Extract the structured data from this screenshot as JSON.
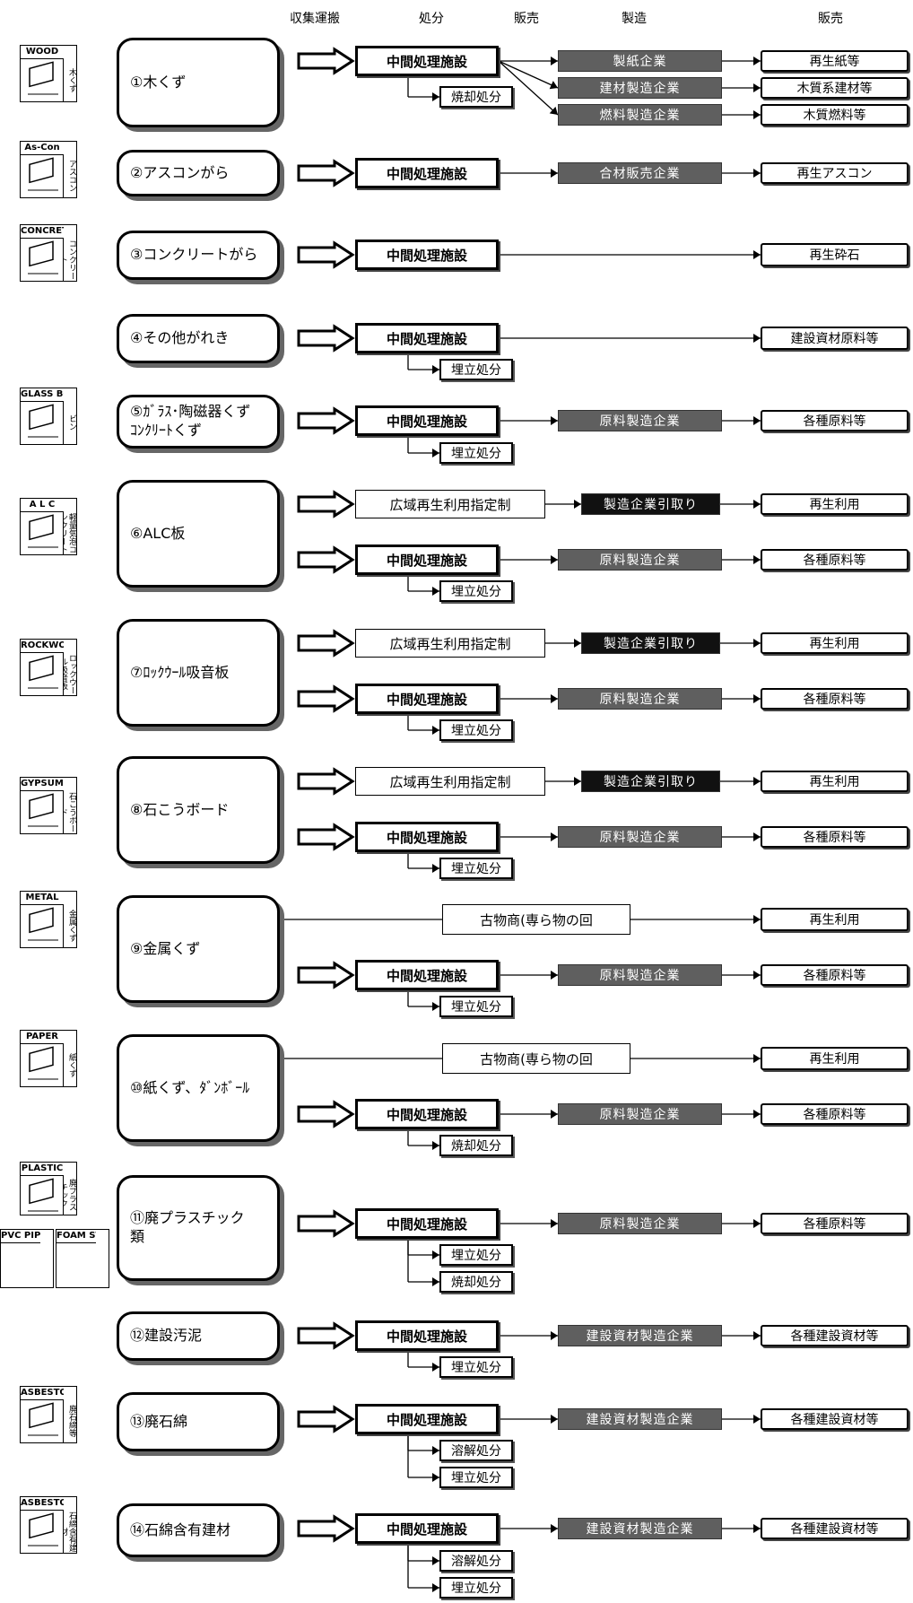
{
  "headers": [
    "収集運搬",
    "処分",
    "販売",
    "製造",
    "販売"
  ],
  "rows": [
    {
      "label": "①木くず",
      "icon": {
        "name": "wood-icon",
        "title": "WOOD",
        "side": "木くず"
      },
      "routes": [
        {
          "type": "facility",
          "mid": "中間処理施設",
          "ent": [
            "製紙企業",
            "建材製造企業",
            "燃料製造企業"
          ],
          "prod": [
            "再生紙等",
            "木質系建材等",
            "木質燃料等"
          ]
        }
      ],
      "subs": [
        "焼却処分"
      ]
    },
    {
      "label": "②アスコンがら",
      "icon": {
        "name": "ascon-icon",
        "title": "As-Con",
        "side": "アスコン"
      },
      "routes": [
        {
          "type": "facility",
          "mid": "中間処理施設",
          "ent": [
            "合材販売企業"
          ],
          "prod": [
            "再生アスコン"
          ]
        }
      ],
      "subs": []
    },
    {
      "label": "③コンクリートがら",
      "icon": {
        "name": "concrete-icon",
        "title": "CONCRETE",
        "side": "コンクリート"
      },
      "routes": [
        {
          "type": "facility",
          "mid": "中間処理施設",
          "ent": [],
          "prod": [
            "再生砕石"
          ]
        }
      ],
      "subs": []
    },
    {
      "label": "④その他がれき",
      "icon": null,
      "routes": [
        {
          "type": "facility",
          "mid": "中間処理施設",
          "ent": [],
          "prod": [
            "建設資材原料等"
          ]
        }
      ],
      "subs": [
        "埋立処分"
      ]
    },
    {
      "label": "⑤ｶﾞﾗｽ･陶磁器くず\nｺﾝｸﾘｰﾄくず",
      "icon": {
        "name": "glass-bottle-icon",
        "title": "GLASS BOTTLE",
        "side": "ビン"
      },
      "routes": [
        {
          "type": "facility",
          "mid": "中間処理施設",
          "ent": [
            "原料製造企業"
          ],
          "prod": [
            "各種原料等"
          ]
        }
      ],
      "subs": [
        "埋立処分"
      ]
    },
    {
      "label": "⑥ALC板",
      "icon": {
        "name": "alc-icon",
        "title": "A L C",
        "side": "軽量気泡コンクリート"
      },
      "routes": [
        {
          "type": "wide",
          "mid": "広域再生利用指定制",
          "ent": [
            "製造企業引取り"
          ],
          "prod": [
            "再生利用"
          ]
        },
        {
          "type": "facility",
          "mid": "中間処理施設",
          "ent": [
            "原料製造企業"
          ],
          "prod": [
            "各種原料等"
          ]
        }
      ],
      "subs": [
        "埋立処分"
      ]
    },
    {
      "label": "⑦ﾛｯｸｳｰﾙ吸音板",
      "icon": {
        "name": "rockwool-board-icon",
        "title": "ROCKWOOL BOARD",
        "side": "ロックウール吸音板"
      },
      "routes": [
        {
          "type": "wide",
          "mid": "広域再生利用指定制",
          "ent": [
            "製造企業引取り"
          ],
          "prod": [
            "再生利用"
          ]
        },
        {
          "type": "facility",
          "mid": "中間処理施設",
          "ent": [
            "原料製造企業"
          ],
          "prod": [
            "各種原料等"
          ]
        }
      ],
      "subs": [
        "埋立処分"
      ]
    },
    {
      "label": "⑧石こうボード",
      "icon": {
        "name": "gypsum-board-icon",
        "title": "GYPSUM BOARDS",
        "side": "石こうボード"
      },
      "routes": [
        {
          "type": "wide",
          "mid": "広域再生利用指定制",
          "ent": [
            "製造企業引取り"
          ],
          "prod": [
            "再生利用"
          ]
        },
        {
          "type": "facility",
          "mid": "中間処理施設",
          "ent": [
            "原料製造企業"
          ],
          "prod": [
            "各種原料等"
          ]
        }
      ],
      "subs": [
        "埋立処分"
      ]
    },
    {
      "label": "⑨金属くず",
      "icon": {
        "name": "metal-icon",
        "title": "METAL",
        "side": "金属くず"
      },
      "routes": [
        {
          "type": "dealer",
          "mid": "古物商(専ら物の回",
          "ent": [],
          "prod": [
            "再生利用"
          ]
        },
        {
          "type": "facility",
          "mid": "中間処理施設",
          "ent": [
            "原料製造企業"
          ],
          "prod": [
            "各種原料等"
          ]
        }
      ],
      "subs": [
        "埋立処分"
      ]
    },
    {
      "label": "⑩紙くず、ﾀﾞﾝﾎﾞｰﾙ",
      "icon": {
        "name": "paper-icon",
        "title": "PAPER",
        "side": "紙くず"
      },
      "routes": [
        {
          "type": "dealer",
          "mid": "古物商(専ら物の回",
          "ent": [],
          "prod": [
            "再生利用"
          ]
        },
        {
          "type": "facility",
          "mid": "中間処理施設",
          "ent": [
            "原料製造企業"
          ],
          "prod": [
            "各種原料等"
          ]
        }
      ],
      "subs": [
        "焼却処分"
      ]
    },
    {
      "label": "⑪廃プラスチック\n類",
      "icon": {
        "name": "plastic-icon",
        "title": "PLASTIC",
        "side": "廃プラスチック",
        "extra": [
          "PVC PIPE",
          "FOAM STYROL"
        ]
      },
      "routes": [
        {
          "type": "facility",
          "mid": "中間処理施設",
          "ent": [
            "原料製造企業"
          ],
          "prod": [
            "各種原料等"
          ]
        }
      ],
      "subs": [
        "埋立処分",
        "焼却処分"
      ]
    },
    {
      "label": "⑫建設汚泥",
      "icon": null,
      "routes": [
        {
          "type": "facility",
          "mid": "中間処理施設",
          "ent": [
            "建設資材製造企業"
          ],
          "prod": [
            "各種建設資材等"
          ]
        }
      ],
      "subs": [
        "埋立処分"
      ]
    },
    {
      "label": "⑬廃石綿",
      "icon": {
        "name": "asbestos-icon",
        "title": "ASBESTOS",
        "side": "廃石綿等"
      },
      "routes": [
        {
          "type": "facility",
          "mid": "中間処理施設",
          "ent": [
            "建設資材製造企業"
          ],
          "prod": [
            "各種建設資材等"
          ]
        }
      ],
      "subs": [
        "溶解処分",
        "埋立処分"
      ]
    },
    {
      "label": "⑭石綿含有建材",
      "icon": {
        "name": "asbestos-material-icon",
        "title": "ASBESTOS",
        "side": "石綿含有建材"
      },
      "routes": [
        {
          "type": "facility",
          "mid": "中間処理施設",
          "ent": [
            "建設資材製造企業"
          ],
          "prod": [
            "各種建設資材等"
          ]
        }
      ],
      "subs": [
        "溶解処分",
        "埋立処分"
      ]
    }
  ]
}
